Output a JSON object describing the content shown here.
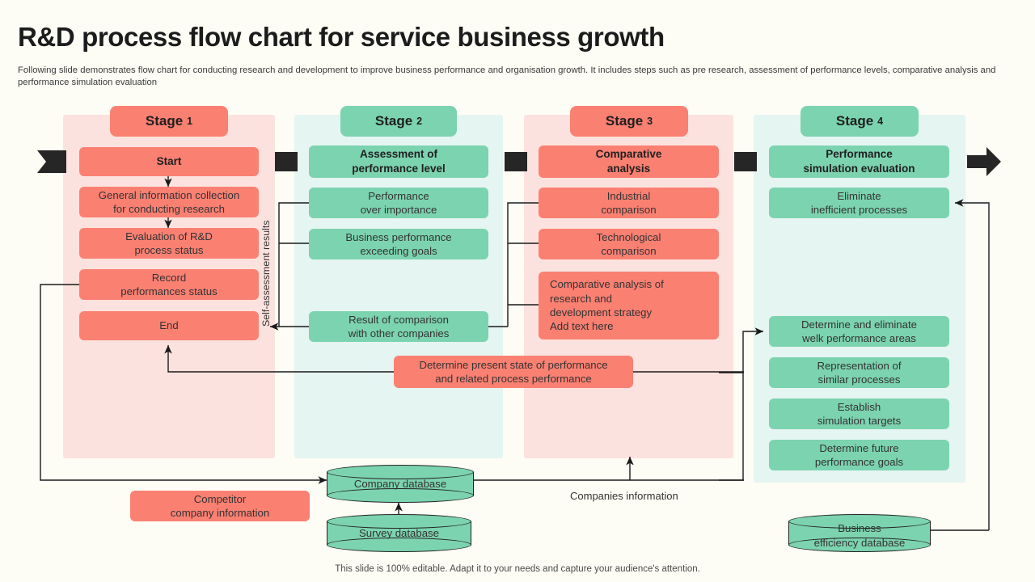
{
  "header": {
    "title": "R&D process flow chart for service business growth",
    "subtitle": "Following slide demonstrates flow chart for conducting research and development to improve business performance and organisation growth. It includes steps such as pre research, assessment of performance levels, comparative analysis and performance simulation evaluation"
  },
  "footer": {
    "note": "This slide is 100% editable. Adapt it to your needs and capture your audience's attention."
  },
  "colors": {
    "page_background": "#FDFDF5",
    "salmon": "#FA8072",
    "mint": "#7CD3B0",
    "panel_pink": "#FCE2DE",
    "panel_mint": "#E5F5F1",
    "connector": "#1a1a1a",
    "marker_dark": "#262626"
  },
  "stages": [
    {
      "tab_label": "Stage",
      "tab_number": "1",
      "accent": "salmon",
      "panel": "pink",
      "header_box": "Start",
      "boxes": [
        "General information collection\nfor conducting research",
        "Evaluation  of R&D\nprocess status",
        "Record\nperformances status",
        "End"
      ]
    },
    {
      "tab_label": "Stage",
      "tab_number": "2",
      "accent": "mint",
      "panel": "mint",
      "header_box": "Assessment of\nperformance level",
      "boxes": [
        "Performance\nover importance",
        "Business performance\nexceeding goals",
        "Result of comparison\nwith other companies"
      ]
    },
    {
      "tab_label": "Stage",
      "tab_number": "3",
      "accent": "salmon",
      "panel": "pink",
      "header_box": "Comparative\nanalysis",
      "boxes": [
        "Industrial\ncomparison",
        "Technological\ncomparison",
        "Comparative analysis of\nresearch and\ndevelopment strategy\nAdd text here"
      ]
    },
    {
      "tab_label": "Stage",
      "tab_number": "4",
      "accent": "mint",
      "panel": "mint",
      "header_box": "Performance\nsimulation evaluation",
      "boxes": [
        "Eliminate\ninefficient processes",
        "Determine and eliminate\nwelk performance areas",
        "Representation of\nsimilar processes",
        "Establish\nsimulation targets",
        "Determine future\nperformance goals"
      ]
    }
  ],
  "labels": {
    "self_assessment": "Self-assessment results",
    "companies_information": "Companies information"
  },
  "floating": {
    "determine_present_state": "Determine present state of performance\nand related process performance",
    "competitor_company_information": "Competitor\ncompany information"
  },
  "databases": [
    {
      "name": "Company database",
      "key": "company-database"
    },
    {
      "name": "Survey database",
      "key": "survey-database"
    },
    {
      "name": "Business\nefficiency database",
      "key": "business-efficiency-database"
    }
  ],
  "icons": {
    "entry": "ribbon-banner-icon",
    "exit": "right-arrow-icon",
    "divider": "dark-connector-block-icon"
  }
}
